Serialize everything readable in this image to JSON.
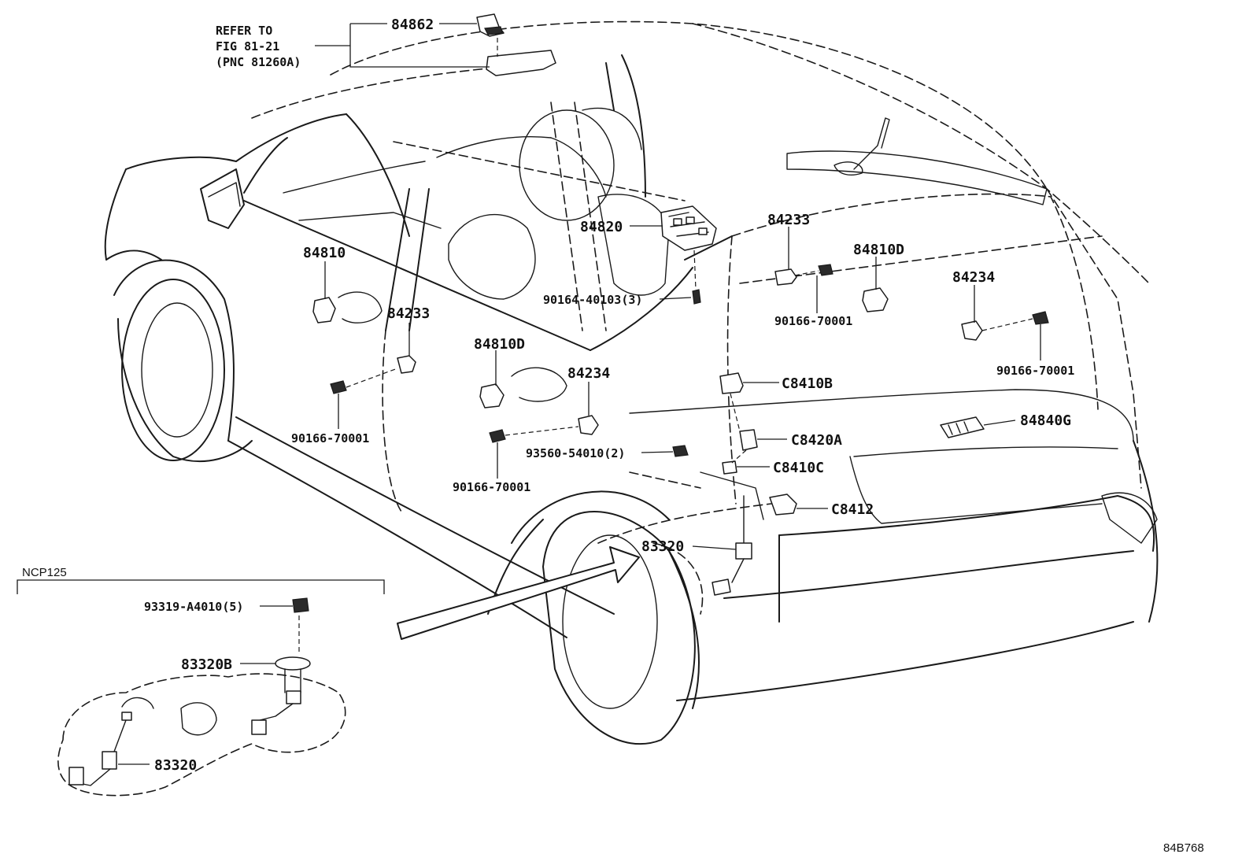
{
  "refer_note": {
    "line1": "REFER TO",
    "line2": "FIG 81-21",
    "line3": "(PNC 81260A)"
  },
  "labels": {
    "p84862": "84862",
    "p84810_left": "84810",
    "p84820": "84820",
    "p84233_right": "84233",
    "p84810D_right": "84810D",
    "p84234_right": "84234",
    "p84233_mid": "84233",
    "p84810D_mid": "84810D",
    "p84234_mid": "84234",
    "p90164": "90164-40103(3)",
    "p90166_upper_right": "90166-70001",
    "p90166_far_right": "90166-70001",
    "p90166_left": "90166-70001",
    "p90166_mid": "90166-70001",
    "p93560": "93560-54010(2)",
    "pC8410B": "C8410B",
    "pC8420A": "C8420A",
    "pC8410C": "C8410C",
    "pC8412": "C8412",
    "p84840G": "84840G",
    "p83320_main": "83320",
    "p93319": "93319-A4010(5)",
    "p83320B": "83320B",
    "p83320_inset": "83320"
  },
  "inset": {
    "title": "NCP125"
  },
  "figure_code": "84B768"
}
